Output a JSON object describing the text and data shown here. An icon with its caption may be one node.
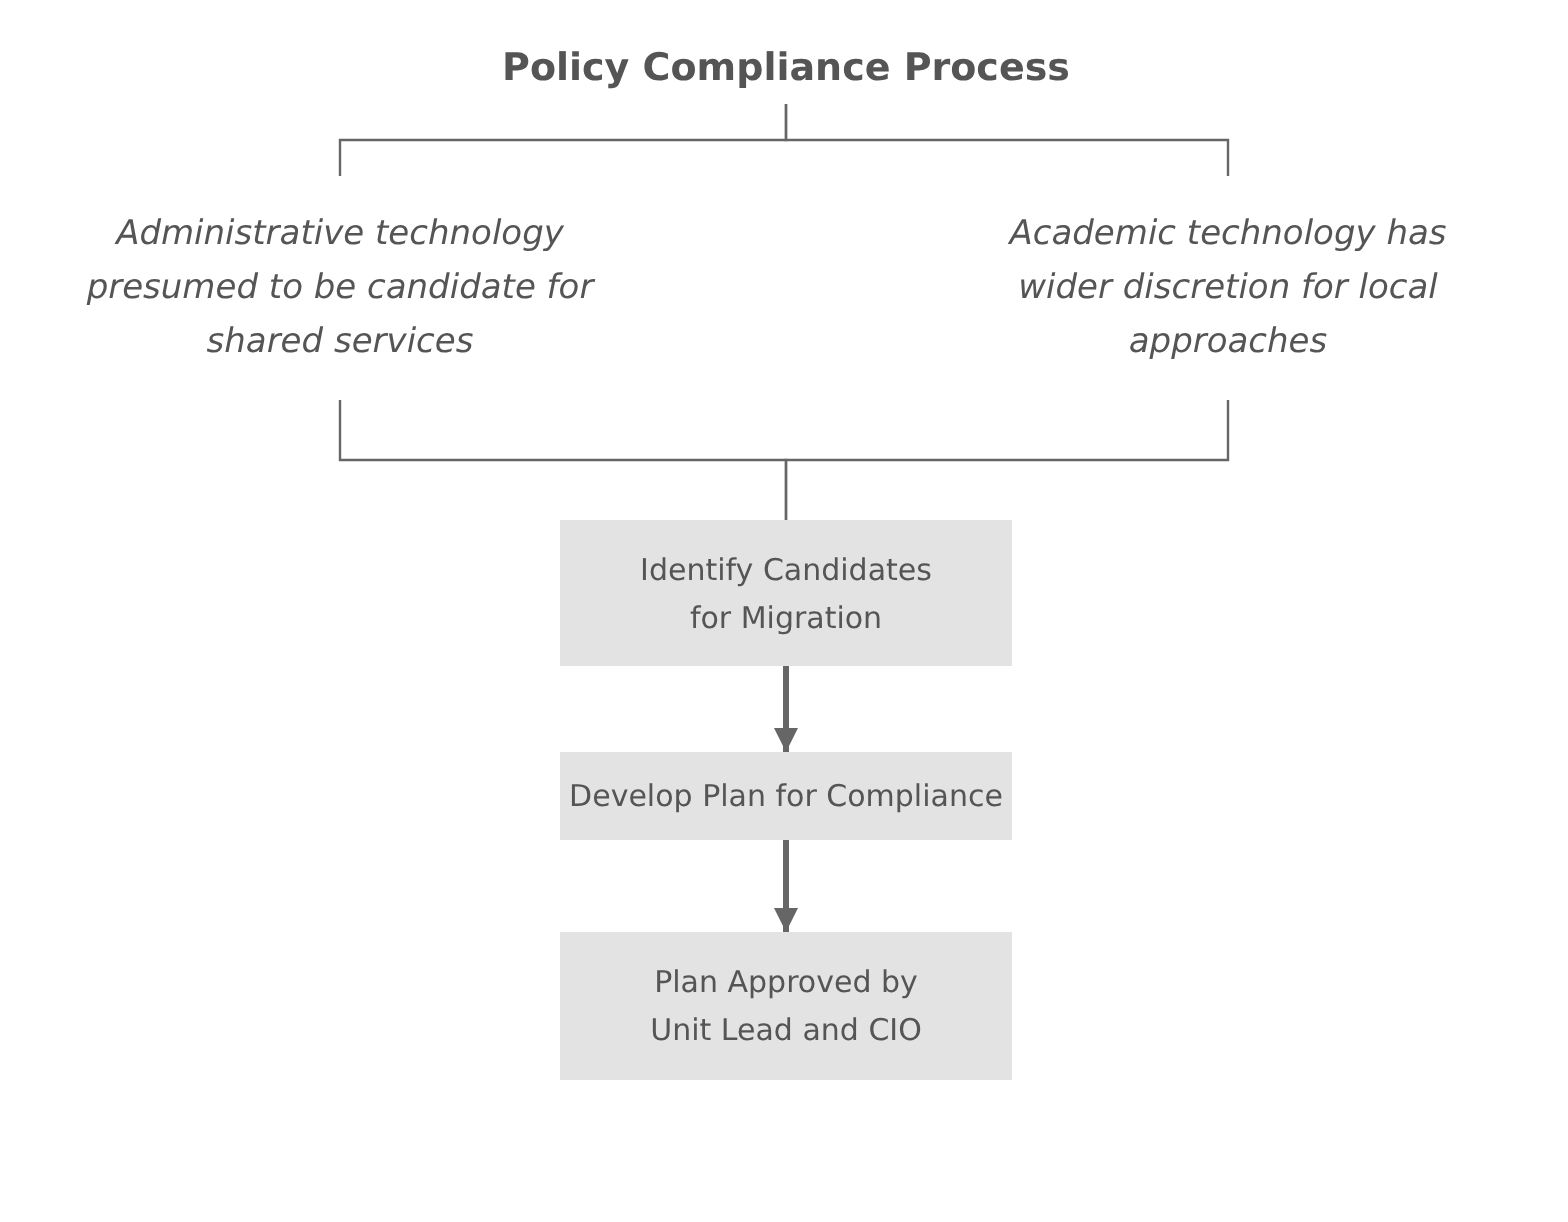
{
  "diagram": {
    "nodes": [
      {
        "text": [
          "Policy Compliance Process"
        ]
      },
      {
        "text": [
          "Administrative technology presumed to be candidate for shared services"
        ]
      },
      {
        "text": [
          "Academic technology has wider discretion for local approaches"
        ]
      },
      {
        "text": [
          "Identify Candidates for Migration"
        ]
      },
      {
        "text": [
          "Develop Plan for Compliance"
        ]
      },
      {
        "text": [
          "Plan Approved by Unit Lead and CIO"
        ]
      }
    ],
    "edges": [
      {
        "from": 0,
        "to": 1,
        "arrow": "none"
      },
      {
        "from": 0,
        "to": 2,
        "arrow": "none"
      },
      {
        "from": 1,
        "to": 3,
        "arrow": "none"
      },
      {
        "from": 2,
        "to": 3,
        "arrow": "none"
      },
      {
        "from": 3,
        "to": 4,
        "arrow": "to",
        "style": "thick"
      },
      {
        "from": 4,
        "to": 5,
        "arrow": "to",
        "style": "thick"
      }
    ]
  }
}
